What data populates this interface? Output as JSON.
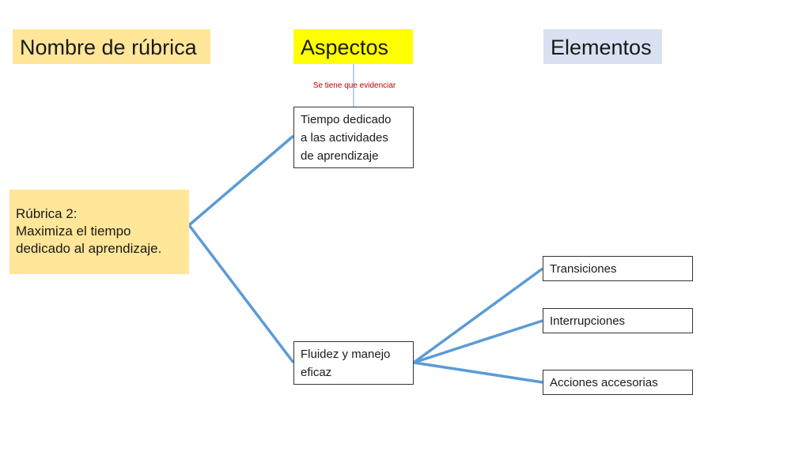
{
  "headers": {
    "nombre": "Nombre de rúbrica",
    "aspectos": "Aspectos",
    "elementos": "Elementos"
  },
  "note": "Se tiene que evidenciar",
  "rubric": {
    "line1": "Rúbrica 2:",
    "line2": "Maximiza el tiempo",
    "line3": "dedicado al aprendizaje."
  },
  "aspects": {
    "tiempo": {
      "line1": "Tiempo dedicado",
      "line2": "a las actividades",
      "line3": "de aprendizaje"
    },
    "fluidez": {
      "line1": "Fluidez y manejo",
      "line2": "eficaz"
    }
  },
  "elements": {
    "transiciones": "Transiciones",
    "interrupciones": "Interrupciones",
    "acciones": "Acciones accesorias"
  },
  "colors": {
    "connector": "#5b9bd5",
    "note_connector": "#9dc3e6",
    "rubric_fill": "#ffe699",
    "aspectos_fill": "#ffff00",
    "elementos_fill": "#d9e1f2",
    "note_text": "#c00000"
  }
}
